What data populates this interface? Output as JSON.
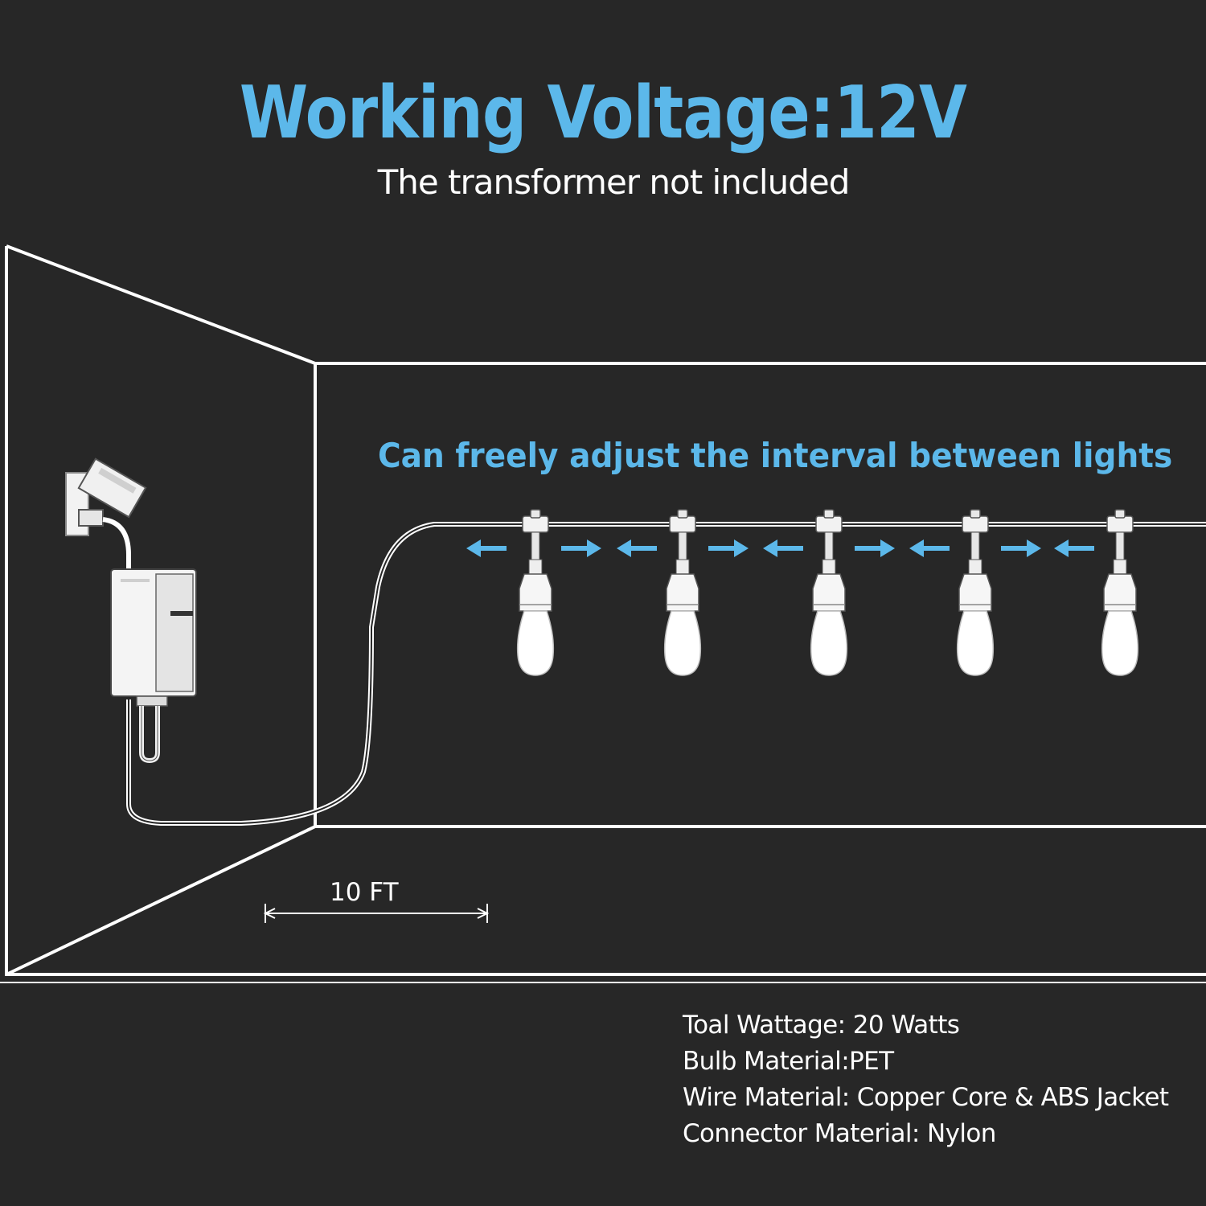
{
  "header": {
    "title": "Working Voltage:12V",
    "subtitle": "The transformer not included"
  },
  "feature_callout": "Can freely adjust the interval between lights",
  "dimension_label": "10 FT",
  "specs": [
    "Toal Wattage: 20 Watts",
    "Bulb Material:PET",
    "Wire Material: Copper Core & ABS Jacket",
    "Connector Material: Nylon"
  ],
  "bulb_count": 5,
  "colors": {
    "background": "#272727",
    "accent_blue": "#5cb8ea",
    "line_white": "#ffffff"
  },
  "icons": [
    "wall-outlet-icon",
    "transformer-icon",
    "bulb-icon",
    "arrow-left-icon",
    "arrow-right-icon"
  ]
}
